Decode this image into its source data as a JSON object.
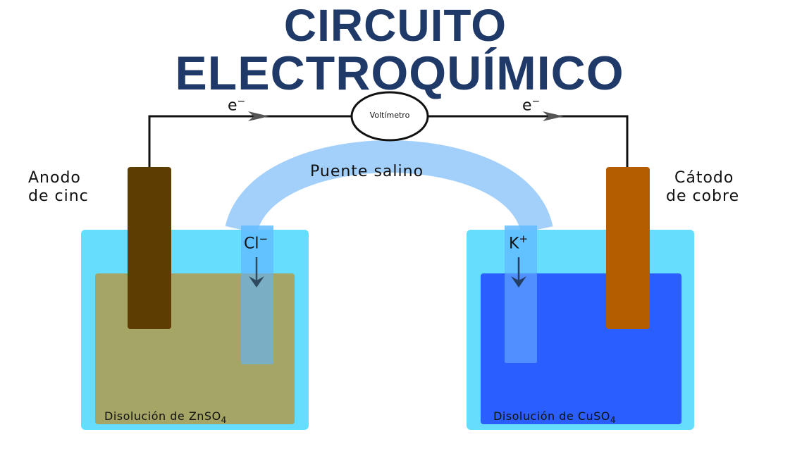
{
  "title": {
    "line1": "CIRCUITO",
    "line2": "ELECTROQUÍMICO",
    "color": "#1f3a68"
  },
  "circuit": {
    "voltmeter_label": "Voltímetro",
    "electron_label_left": "e",
    "electron_label_right": "e",
    "electron_charge": "−",
    "electron_flow_direction": "left-to-right"
  },
  "anode": {
    "label_line1": "Anodo",
    "label_line2": "de cinc",
    "color": "#5e3d02"
  },
  "cathode": {
    "label_line1": "Cátodo",
    "label_line2": "de cobre",
    "color": "#b35c00"
  },
  "salt_bridge": {
    "label": "Puente salino",
    "color": "#9dcdfb",
    "left_ion": "Cl",
    "left_ion_charge": "−",
    "right_ion": "K",
    "right_ion_charge": "+"
  },
  "left_beaker": {
    "solution_label": "Disolución de ZnSO",
    "solution_subscript": "4",
    "solution_color": "#a5a566",
    "beaker_color": "#66ddfc"
  },
  "right_beaker": {
    "solution_label": "Disolución de CuSO",
    "solution_subscript": "4",
    "solution_color": "#2b5eff",
    "beaker_color": "#66ddfc"
  }
}
